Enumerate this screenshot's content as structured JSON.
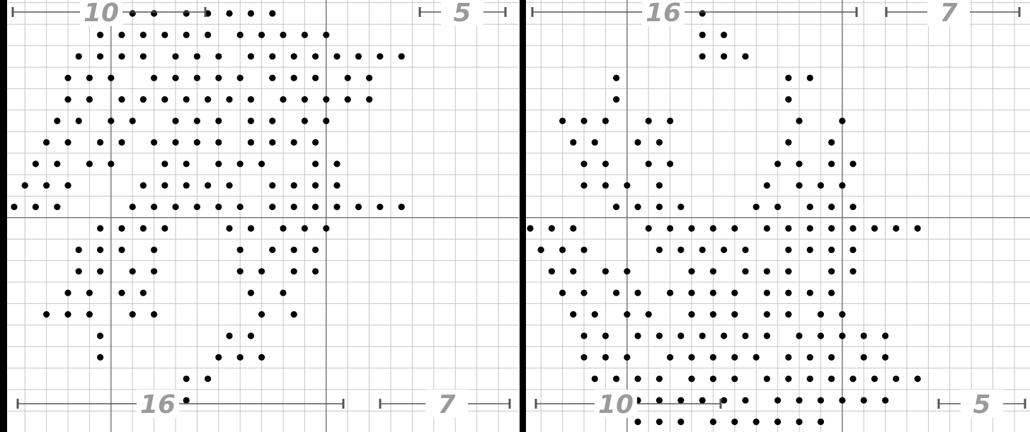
{
  "panels": [
    {
      "id": "left",
      "rows": [
        "         X X X  X X X X X    ",
        "        X X X X X X  X X X X X ",
        "      X X X X  X X X  X X X X X X X X",
        "     X X X   X X X X X  X X X  X X",
        "     X X  X X X X X X X  X X X X X ",
        "    X X  X X   X X X  X X  X X ",
        "   X X  X X  X X X X  X X X X    ",
        "  X X  X X    X X  X X X    X X ",
        " X X X      X X X X X   X X X X ",
        "X X X      X X X X X X  X X X X X X X",
        "        X X X X     X X  X X X ",
        "      X X X  X       X  X X X ",
        "      X X  X X       X X  X X ",
        "     X X  X X         X  X ",
        "   X X X   X X         X  X ",
        "        X           X X ",
        "        X          X X X   ",
        "                X X      ",
        "                X       "
      ],
      "measures": {
        "top": [
          {
            "label": "10"
          },
          {
            "label": "5"
          }
        ],
        "bottom": [
          {
            "label": "16"
          },
          {
            "label": "7"
          }
        ]
      }
    },
    {
      "id": "right",
      "rows": [
        "                X   ",
        "                X X ",
        "                X X X ",
        "        X               X X ",
        "        X               X ",
        "   X X X   X X           X   X ",
        "    X X   X X           X   X ",
        "     X X   X X         X X  X X ",
        "     X X X  X         X  X X X ",
        "        X X X X      X X  X X X ",
        "X X X      X X X X X  X X X X X X X X ",
        " X X X      X X X X X   X X X X ",
        "  X X  X X     X X  X X X   X X ",
        "   X X  X X  X X X X  X X X X ",
        "    X X  X X   X X X  X X  X X ",
        "     X X  X X X X X X X  X X X X X ",
        "     X X X   X X X X X  X X X  X X ",
        "      X X X X  X X X  X X X X X X X X",
        "        X X X X X X X  X X X X X X ",
        "          X X X  X X X X X X   "
      ],
      "measures": {
        "top": [
          {
            "label": "16"
          },
          {
            "label": "7"
          }
        ],
        "bottom": [
          {
            "label": "10"
          },
          {
            "label": "5"
          }
        ]
      }
    }
  ]
}
